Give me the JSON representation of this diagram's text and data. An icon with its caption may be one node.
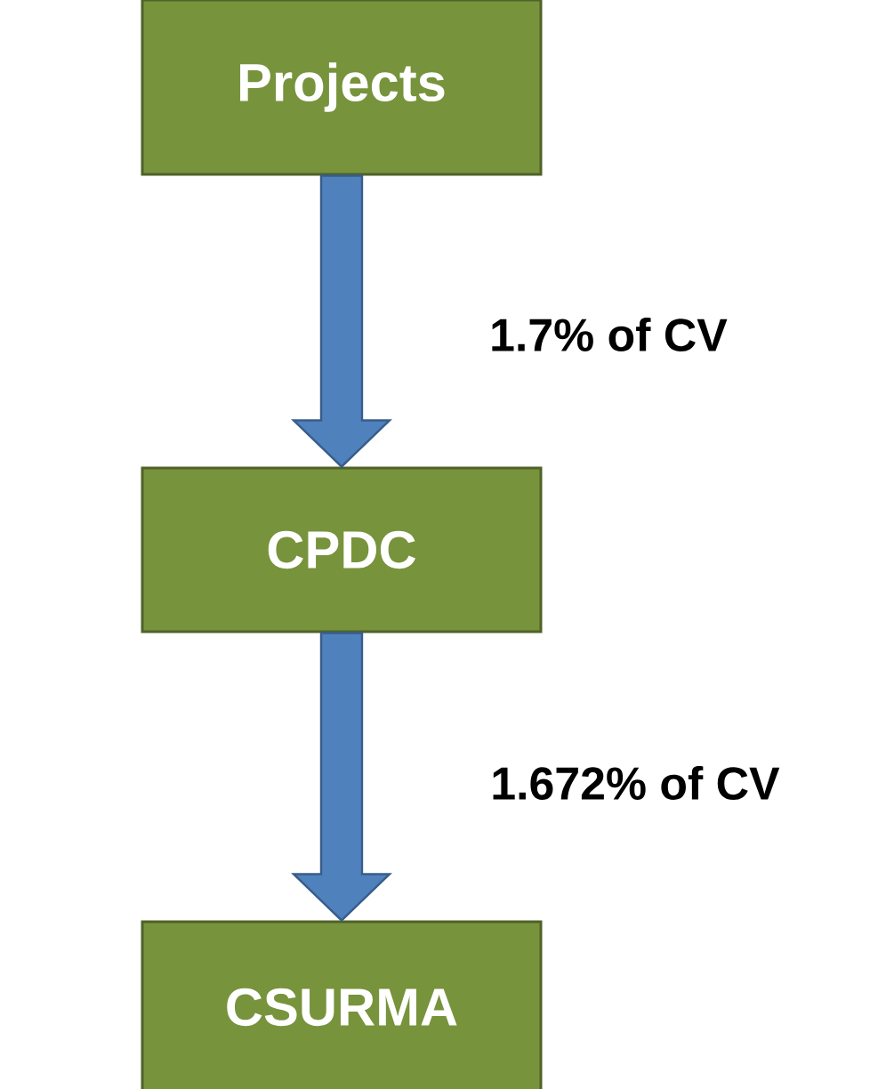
{
  "diagram": {
    "nodes": [
      {
        "text": [
          "Projects"
        ]
      },
      {
        "text": [
          "CPDC"
        ]
      },
      {
        "text": [
          "CSURMA"
        ]
      }
    ],
    "edges": [
      {
        "from": 0,
        "to": 1,
        "arrow": "to",
        "label": "1.7% of CV"
      },
      {
        "from": 1,
        "to": 2,
        "arrow": "to",
        "label": "1.672% of CV"
      }
    ]
  }
}
